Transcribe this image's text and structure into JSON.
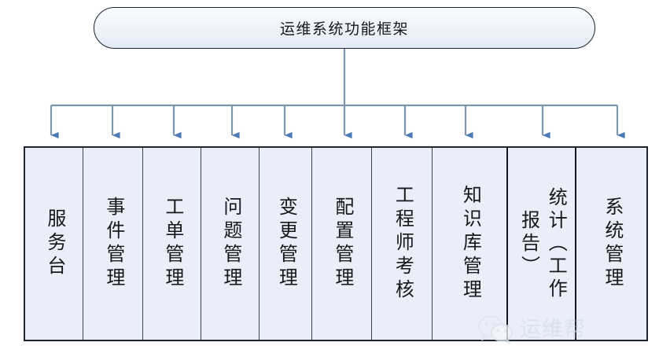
{
  "diagram": {
    "title": "运维系统功能框架",
    "modules": [
      {
        "label": "服务台",
        "chars": "服务台",
        "columns": 1
      },
      {
        "label": "事件管理",
        "chars": "事件管理",
        "columns": 1
      },
      {
        "label": "工单管理",
        "chars": "工单管理",
        "columns": 1
      },
      {
        "label": "问题管理",
        "chars": "问题管理",
        "columns": 1
      },
      {
        "label": "变更管理",
        "chars": "变更管理",
        "columns": 1
      },
      {
        "label": "配置管理",
        "chars": "配置管理",
        "columns": 1
      },
      {
        "label": "工程师考核",
        "chars": "工程师考核",
        "columns": 1
      },
      {
        "label": "知识库管理",
        "chars": "知识库管理",
        "columns": 1
      },
      {
        "label": "统计（工作报告）",
        "chars": "统计（工作报告）",
        "columns": 2
      },
      {
        "label": "系统管理",
        "chars": "系统管理",
        "columns": 1
      }
    ],
    "connector": {
      "count": 10,
      "style": "tree-bus-with-arrowheads"
    }
  },
  "watermark": {
    "text": "运维帮",
    "icon": "wechat-icon"
  },
  "colors": {
    "box_fill": "#e9eef8",
    "box_border": "#20262f",
    "title_border": "#1c2433",
    "connector_line": "#7f95ad",
    "arrow_fill": "#4e7ab5",
    "text": "#15181d",
    "watermark_text": "#d5dce9"
  }
}
